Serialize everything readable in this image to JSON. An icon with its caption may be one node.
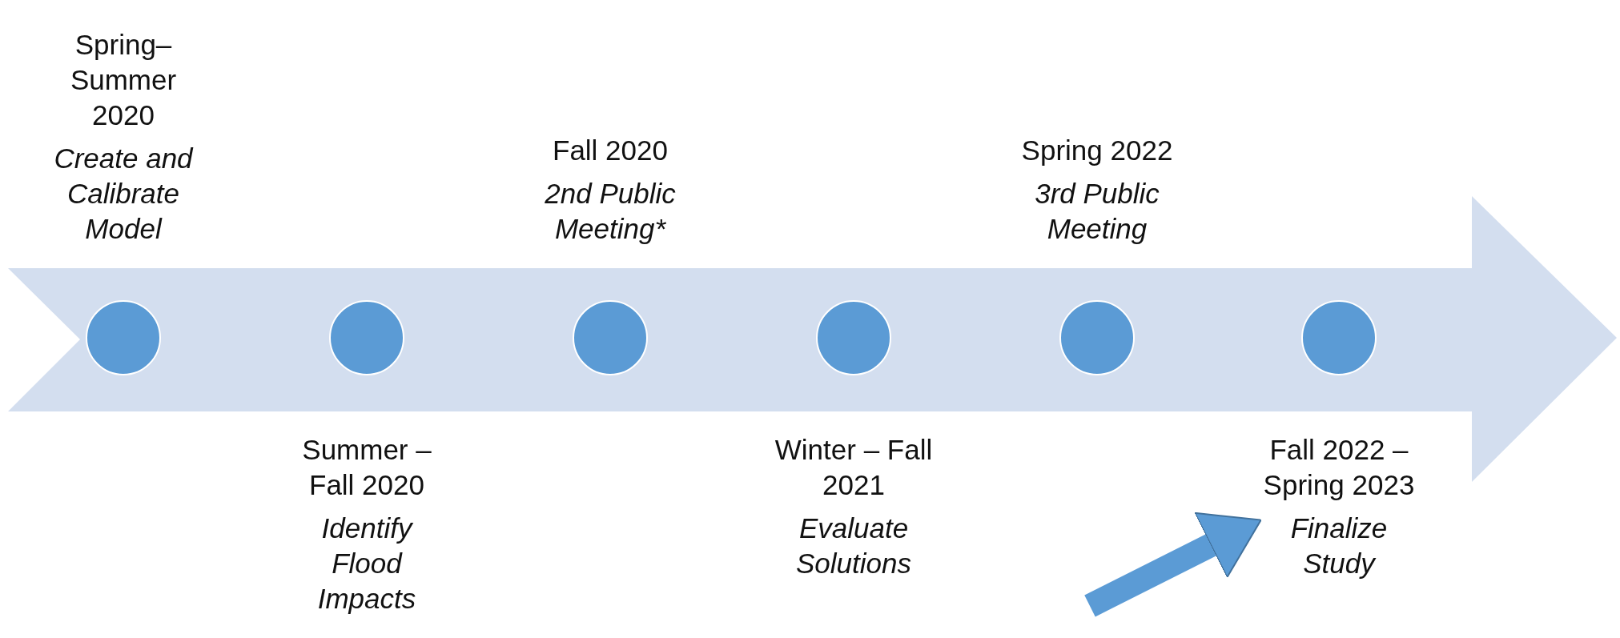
{
  "diagram": {
    "nodes": [
      {
        "text": [
          "Spring– Summer 2020",
          "Create and Calibrate Model"
        ]
      },
      {
        "text": [
          "Summer – Fall 2020",
          "Identify Flood Impacts"
        ]
      },
      {
        "text": [
          "Fall 2020",
          "2nd Public Meeting*"
        ]
      },
      {
        "text": [
          "Winter – Fall 2021",
          "Evaluate Solutions"
        ]
      },
      {
        "text": [
          "Spring 2022",
          "3rd Public Meeting"
        ]
      },
      {
        "text": [
          "Fall 2022 – Spring 2023",
          "Finalize Study"
        ]
      },
      {
        "text": [],
        "shape": "circle"
      },
      {
        "text": [],
        "shape": "circle"
      },
      {
        "text": [],
        "shape": "circle"
      },
      {
        "text": [],
        "shape": "circle"
      },
      {
        "text": [],
        "shape": "circle"
      },
      {
        "text": [],
        "shape": "circle"
      }
    ],
    "edges": [
      {
        "from": null,
        "to": 5,
        "arrow": "to"
      }
    ]
  }
}
